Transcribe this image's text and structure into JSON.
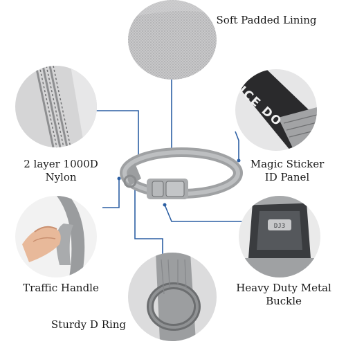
{
  "labels": {
    "lining": "Soft Padded Lining",
    "nylon_line1": "2 layer 1000D",
    "nylon_line2": "Nylon",
    "sticker_line1": "Magic Sticker",
    "sticker_line2": "ID Panel",
    "handle": "Traffic Handle",
    "buckle_line1": "Heavy Duty Metal",
    "buckle_line2": "Buckle",
    "dring": "Sturdy D Ring"
  },
  "patch_text": "ICE DO",
  "colors": {
    "connector": "#2c5fa3",
    "collar_gray": "#a9abad",
    "buckle_dark": "#3a3c3f"
  }
}
